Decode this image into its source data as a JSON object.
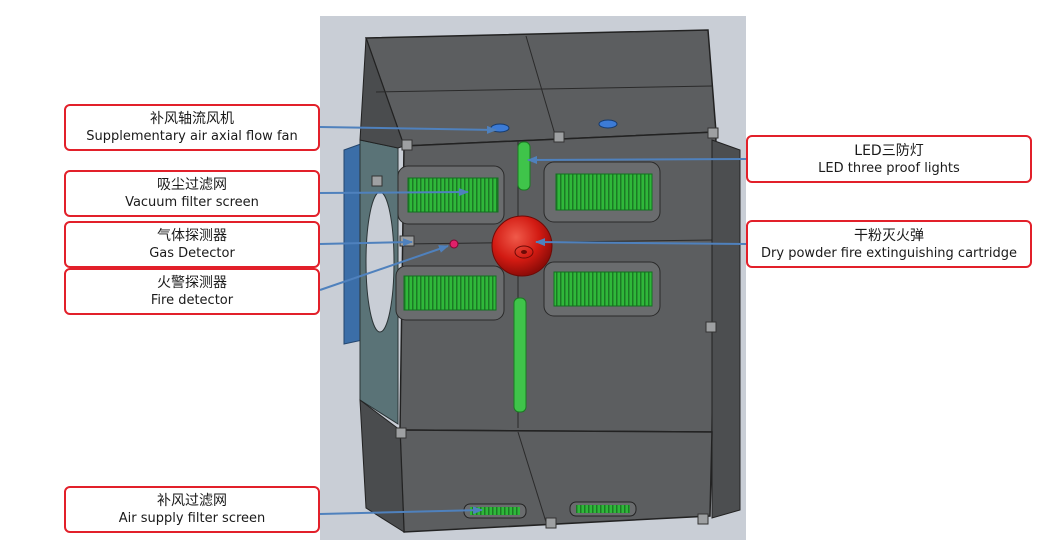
{
  "callouts": {
    "supplementary_fan": {
      "zh": "补风轴流风机",
      "en": "Supplementary  air axial flow fan"
    },
    "vacuum_filter": {
      "zh": "吸尘过滤网",
      "en": "Vacuum filter screen"
    },
    "gas_detector": {
      "zh": "气体探测器",
      "en": "Gas Detector"
    },
    "fire_detector": {
      "zh": "火警探测器",
      "en": "Fire detector"
    },
    "air_supply_filter": {
      "zh": "补风过滤网",
      "en": "Air supply filter screen"
    },
    "led_lights": {
      "zh": "LED三防灯",
      "en": "LED three proof  lights"
    },
    "dry_powder": {
      "zh": "干粉灭火弹",
      "en": "Dry powder  fire extinguishing cartridge"
    }
  },
  "colors": {
    "callout_border": "#e2202a",
    "leader_arrow": "#4f81bd",
    "photo_background": "#c9ced6",
    "cabinet_gray": "#5c5e60",
    "filter_green": "#2fb83a",
    "extinguisher_red": "#d21a12",
    "side_panel_blue": "#3b6ea8"
  }
}
